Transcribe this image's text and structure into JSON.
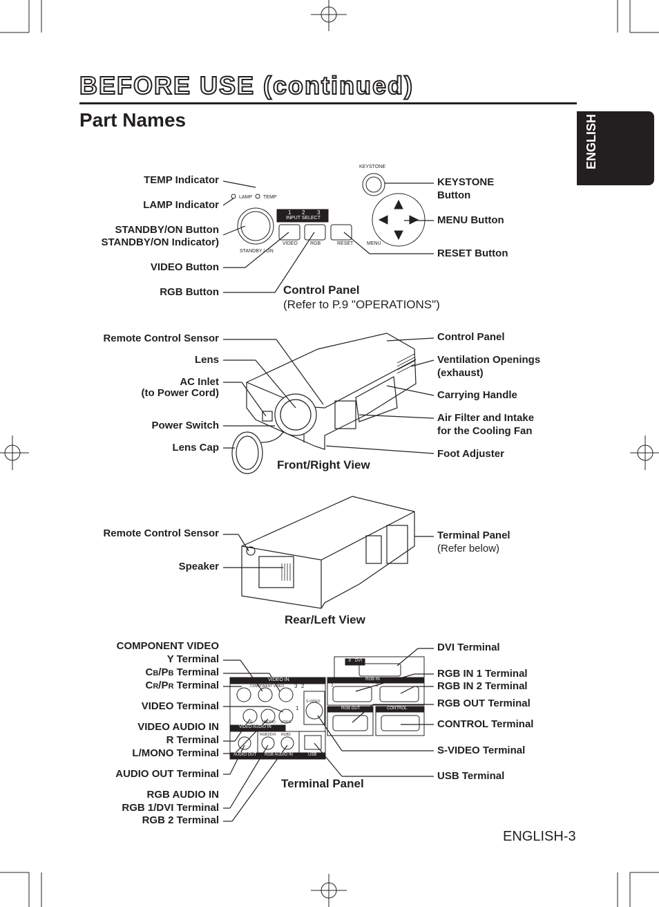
{
  "header": {
    "title": "BEFORE USE (continued)",
    "subtitle": "Part Names",
    "language_tab": "ENGLISH"
  },
  "control_panel": {
    "caption": "Control Panel",
    "caption_note": "(Refer to P.9 \"OPERATIONS\")",
    "left_labels": [
      "TEMP Indicator",
      "LAMP Indicator",
      "STANDBY/ON Button",
      "STANDBY/ON Indicator)",
      "VIDEO Button",
      "RGB Button"
    ],
    "right_labels": [
      "KEYSTONE",
      "Button",
      "MENU Button",
      "RESET Button"
    ],
    "panel_text": {
      "keystone": "KEYSTONE",
      "lamp": "LAMP",
      "temp": "TEMP",
      "input_select": "INPUT SELECT",
      "num1": "1",
      "num2": "2",
      "num3": "3",
      "standby_on": "STANDBY / ON",
      "video": "VIDEO",
      "rgb": "RGB",
      "reset": "RESET",
      "menu": "MENU"
    }
  },
  "front_view": {
    "caption": "Front/Right View",
    "left_labels": [
      "Remote Control Sensor",
      "Lens",
      "AC Inlet",
      "(to Power Cord)",
      "Power Switch",
      "Lens Cap"
    ],
    "right_labels": [
      "Control Panel",
      "Ventilation Openings",
      "(exhaust)",
      "Carrying Handle",
      "Air Filter and Intake",
      "for the Cooling Fan",
      "Foot Adjuster"
    ]
  },
  "rear_view": {
    "caption": "Rear/Left View",
    "left_labels": [
      "Remote Control Sensor",
      "Speaker"
    ],
    "right_labels": [
      "Terminal Panel",
      "(Refer below)"
    ]
  },
  "terminal_panel": {
    "caption": "Terminal Panel",
    "left_labels": {
      "component_video": "COMPONENT VIDEO",
      "y_terminal": "Y Terminal",
      "cb_main": "C",
      "cb_sub": "B",
      "cb_slash": "/P",
      "cb_sub2": "B",
      "cb_rest": " Terminal",
      "cr_main": "C",
      "cr_sub": "R",
      "cr_slash": "/P",
      "cr_sub2": "R",
      "cr_rest": " Terminal",
      "video_terminal": "VIDEO Terminal",
      "video_audio_in": "VIDEO AUDIO IN",
      "r_terminal": "R Terminal",
      "l_mono_terminal": "L/MONO Terminal",
      "audio_out_terminal": "AUDIO OUT Terminal",
      "rgb_audio_in": "RGB AUDIO IN",
      "rgb1_dvi_terminal": "RGB 1/DVI Terminal",
      "rgb2_terminal": "RGB 2 Terminal"
    },
    "right_labels": [
      "DVI Terminal",
      "RGB IN 1 Terminal",
      "RGB IN 2 Terminal",
      "RGB OUT Terminal",
      "CONTROL Terminal",
      "S-VIDEO Terminal",
      "USB Terminal"
    ],
    "panel_text": {
      "video_in": "VIDEO IN",
      "component_video": "COMPONENT VIDEO",
      "s_video": "S-VIDEO",
      "video_audio_in": "VIDEO AUDIO IN",
      "r": "R",
      "l_mono": "L/MONO",
      "video": "VIDEO",
      "rgb1_dvi": "RGB1/DVI",
      "rgb2": "RGB2",
      "audio_out": "AUDIO OUT",
      "rgb_audio_in": "RGB AUDIO IN",
      "usb": "USB",
      "dvi": "DVI",
      "rgb_in": "RGB IN",
      "rgb_out": "RGB OUT",
      "control": "CONTROL",
      "n1": "1",
      "n2": "2",
      "n3": "3"
    }
  },
  "footer": {
    "page_label": "ENGLISH-3"
  }
}
